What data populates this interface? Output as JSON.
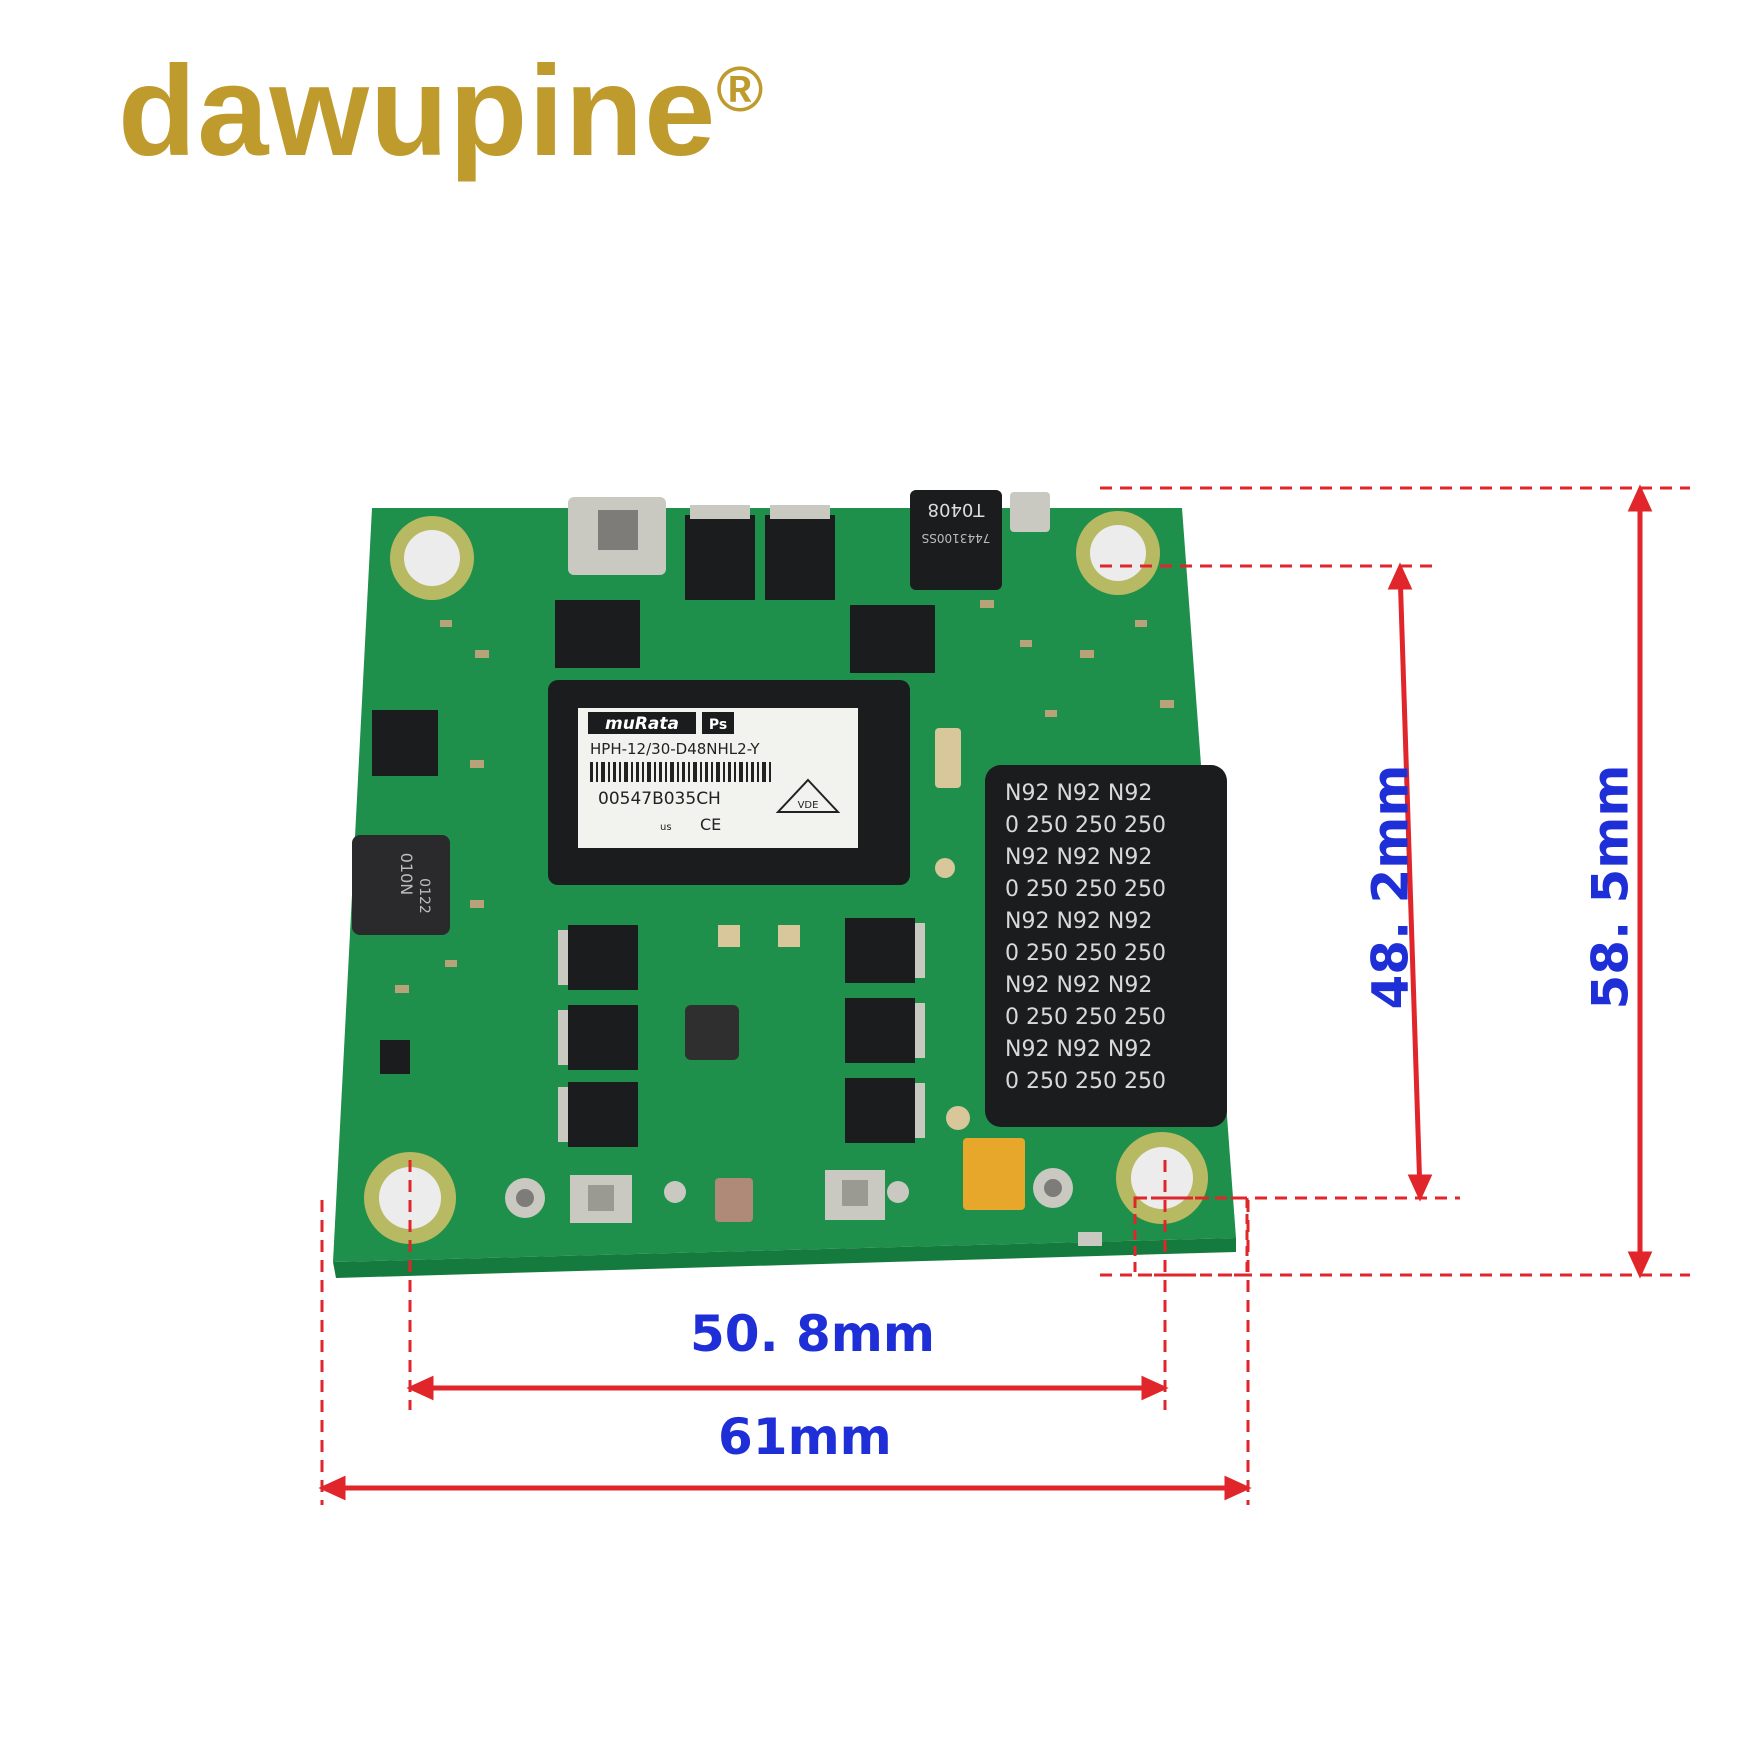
{
  "brand": {
    "name": "dawupine",
    "mark": "®",
    "color": "#bf9a2c"
  },
  "board": {
    "module_brand": "muRata",
    "module_sub": "Ps",
    "module_part": "HPH-12/30-D48NHL2-Y",
    "module_serial": "00547B035CH",
    "module_cert_vde": "VDE",
    "module_cert_ce": "CE",
    "module_cert_ul": "us",
    "inductor_top_code": "T0408",
    "inductor_top_sub": "7443100SS",
    "inductor_left_code": "010N",
    "inductor_left_sub": "0122",
    "resistor_marking": [
      "N92 N92 N92",
      "0 250 250 250"
    ]
  },
  "dimensions": {
    "width_outer": "61mm",
    "width_holes": "50. 8mm",
    "height_holes": "48. 2mm",
    "height_outer": "58. 5mm",
    "text_color": "#1f2fd8",
    "line_color": "#e0262b"
  },
  "colors": {
    "pcb": "#1f8f4c",
    "pcb_dark": "#157a3e",
    "chip": "#1b1c1e",
    "pad": "#c9c9c2"
  }
}
